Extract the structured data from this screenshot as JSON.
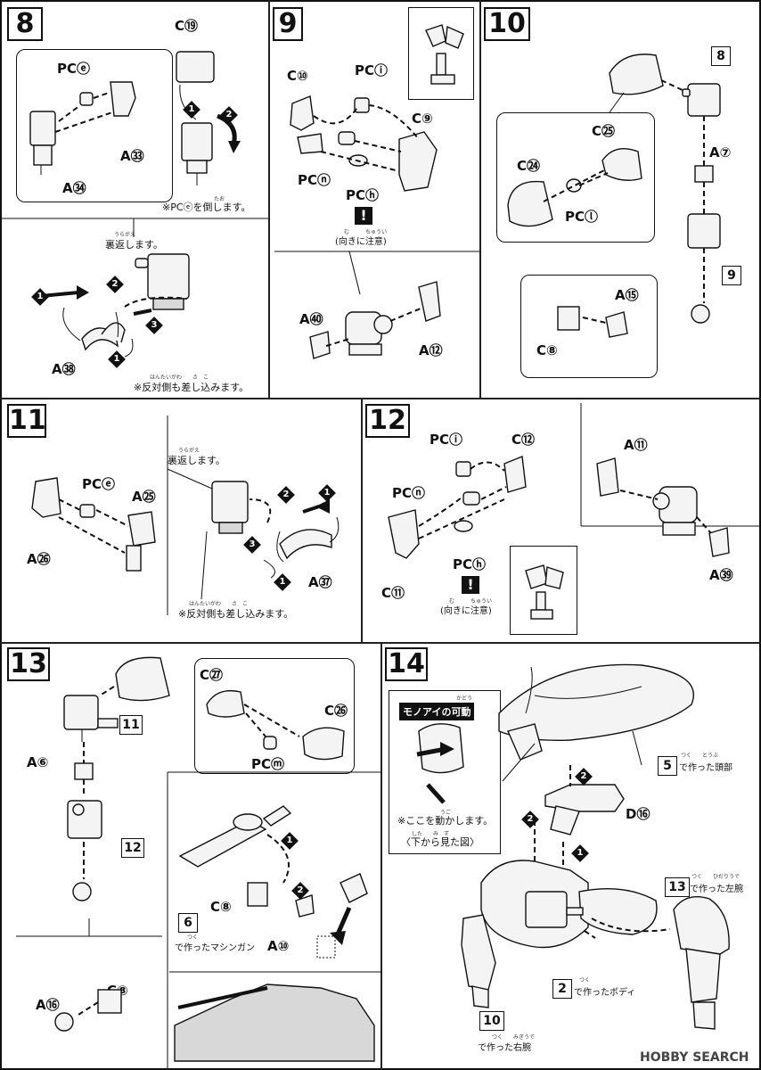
{
  "steps": {
    "s8": {
      "number": "8",
      "labels": {
        "c19": "C⑲",
        "pce": "PCⓔ",
        "a33": "A㉝",
        "a34": "A㉞",
        "a38": "A㊳"
      },
      "note1": "※PCⓔを倒します。",
      "note1_furi": "たお",
      "note2_furi": "うらがえ",
      "note2": "裏返します。",
      "note3": "※反対側も差し込みます。",
      "note3_furi": "はんたいがわ　　さ　こ"
    },
    "s9": {
      "number": "9",
      "labels": {
        "c10": "C⑩",
        "pci": "PCⓘ",
        "c9": "C⑨",
        "pcn": "PCⓝ",
        "pch": "PCⓗ",
        "a40": "A㊵",
        "a12": "A⑫"
      },
      "warn_symbol": "!",
      "warn_note": "(向きに注意)",
      "warn_furi": "む　　　ちゅうい"
    },
    "s10": {
      "number": "10",
      "labels": {
        "c24": "C㉔",
        "c25": "C㉕",
        "pcl": "PCⓛ",
        "a7": "A⑦",
        "c8": "C⑧",
        "a15": "A⑮"
      },
      "ref_top": "8",
      "ref_bottom": "9"
    },
    "s11": {
      "number": "11",
      "labels": {
        "pce": "PCⓔ",
        "a25": "A㉕",
        "a26": "A㉖",
        "a37": "A㊲"
      },
      "note1_furi": "うらがえ",
      "note1": "裏返します。",
      "note2": "※反対側も差し込みます。",
      "note2_furi": "はんたいがわ　　さ　こ"
    },
    "s12": {
      "number": "12",
      "labels": {
        "pci": "PCⓘ",
        "c12": "C⑫",
        "pcn": "PCⓝ",
        "c11": "C⑪",
        "pch": "PCⓗ",
        "a11": "A⑪",
        "a39": "A㊴"
      },
      "warn_symbol": "!",
      "warn_note": "(向きに注意)",
      "warn_furi": "む　　　ちゅうい"
    },
    "s13": {
      "number": "13",
      "labels": {
        "c27": "C㉗",
        "c26": "C㉖",
        "pcm": "PCⓜ",
        "a6": "A⑥",
        "a16": "A⑯",
        "c8": "C⑧",
        "c8b": "C⑧",
        "a10": "A⑩"
      },
      "ref11": "11",
      "ref12": "12",
      "ref6": "6",
      "ref6_note": "で作ったマシンガン",
      "ref6_furi": "つく"
    },
    "s14": {
      "number": "14",
      "monoeye_title": "モノアイの可動",
      "monoeye_furi": "かどう",
      "monoeye_note": "※ここを動かします。",
      "monoeye_note_furi": "うご",
      "monoeye_view": "〈下から見た図〉",
      "monoeye_view_furi": "した　　み　ず",
      "d16": "D⑯",
      "ref5": "5",
      "ref5_note": "で作った頭部",
      "ref5_furi": "つく　　とうぶ",
      "ref13": "13",
      "ref13_note": "で作った左腕",
      "ref13_furi": "つく　　ひだりうで",
      "ref2": "2",
      "ref2_note": "で作ったボディ",
      "ref2_furi": "つく",
      "ref10": "10",
      "ref10_note": "で作った右腕",
      "ref10_furi": "つく　　みぎうで"
    }
  },
  "arrow_numbers": [
    "1",
    "2",
    "3"
  ],
  "watermark": "HOBBY SEARCH",
  "icons": [
    "exclamation-warning-icon",
    "turn-arrow-icon",
    "dashed-assembly-arrow"
  ],
  "colors": {
    "ink": "#111111",
    "paper": "#ffffff",
    "shade": "#d8d8d8"
  }
}
